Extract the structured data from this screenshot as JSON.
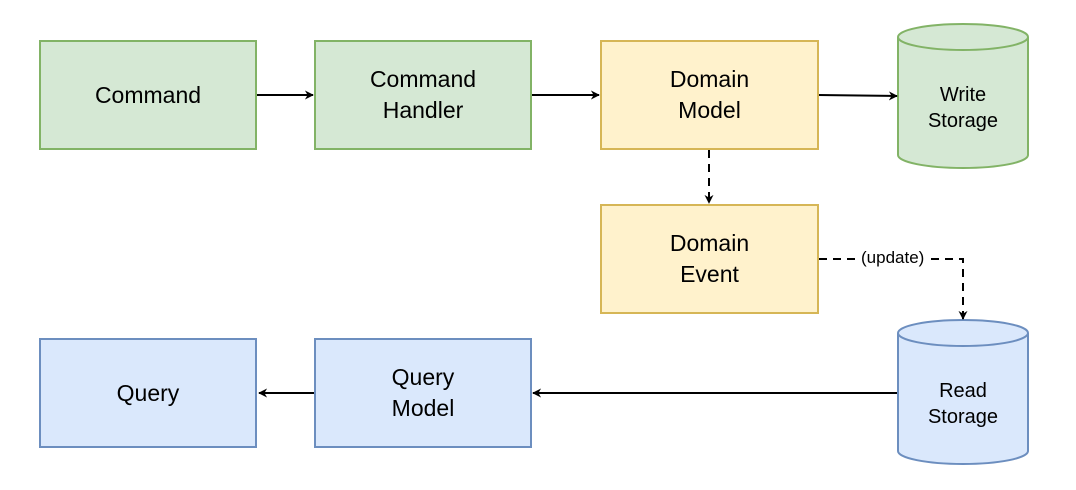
{
  "nodes": {
    "command": "Command",
    "command_handler": "Command\nHandler",
    "domain_model": "Domain\nModel",
    "write_storage": "Write\nStorage",
    "domain_event": "Domain\nEvent",
    "query": "Query",
    "query_model": "Query\nModel",
    "read_storage": "Read\nStorage"
  },
  "edges": {
    "update_label": "(update)"
  },
  "colors": {
    "command_fill": "#d5e8d4",
    "command_stroke": "#82b366",
    "domain_fill": "#fff2cc",
    "domain_stroke": "#d6b656",
    "query_fill": "#dae8fc",
    "query_stroke": "#6c8ebf"
  }
}
